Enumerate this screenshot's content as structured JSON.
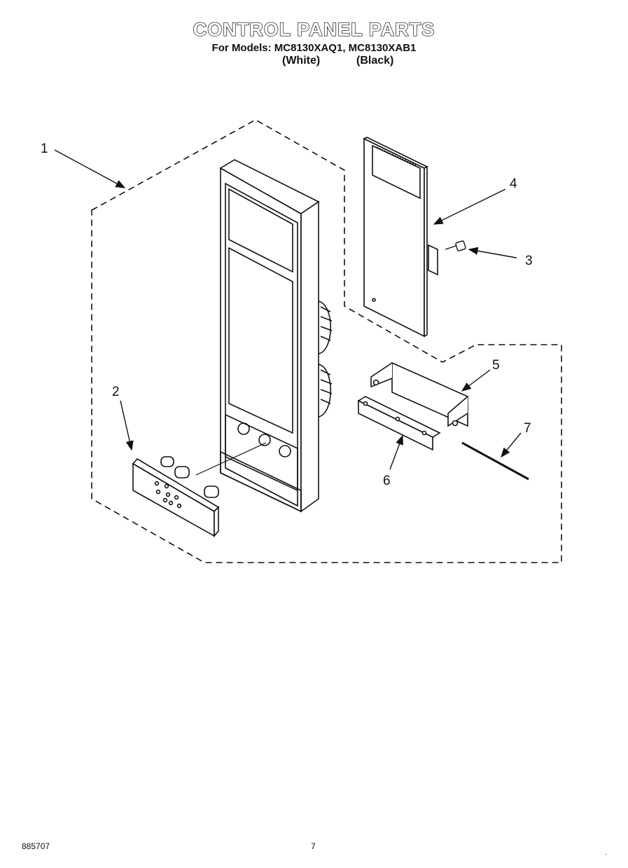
{
  "title": "CONTROL PANEL PARTS",
  "models_line": "For Models: MC8130XAQ1, MC8130XAB1",
  "color_white": "(White)",
  "color_black": "(Black)",
  "callouts": [
    "1",
    "2",
    "3",
    "4",
    "5",
    "6",
    "7"
  ],
  "footer": {
    "doc_number": "885707",
    "page_number": "7"
  }
}
